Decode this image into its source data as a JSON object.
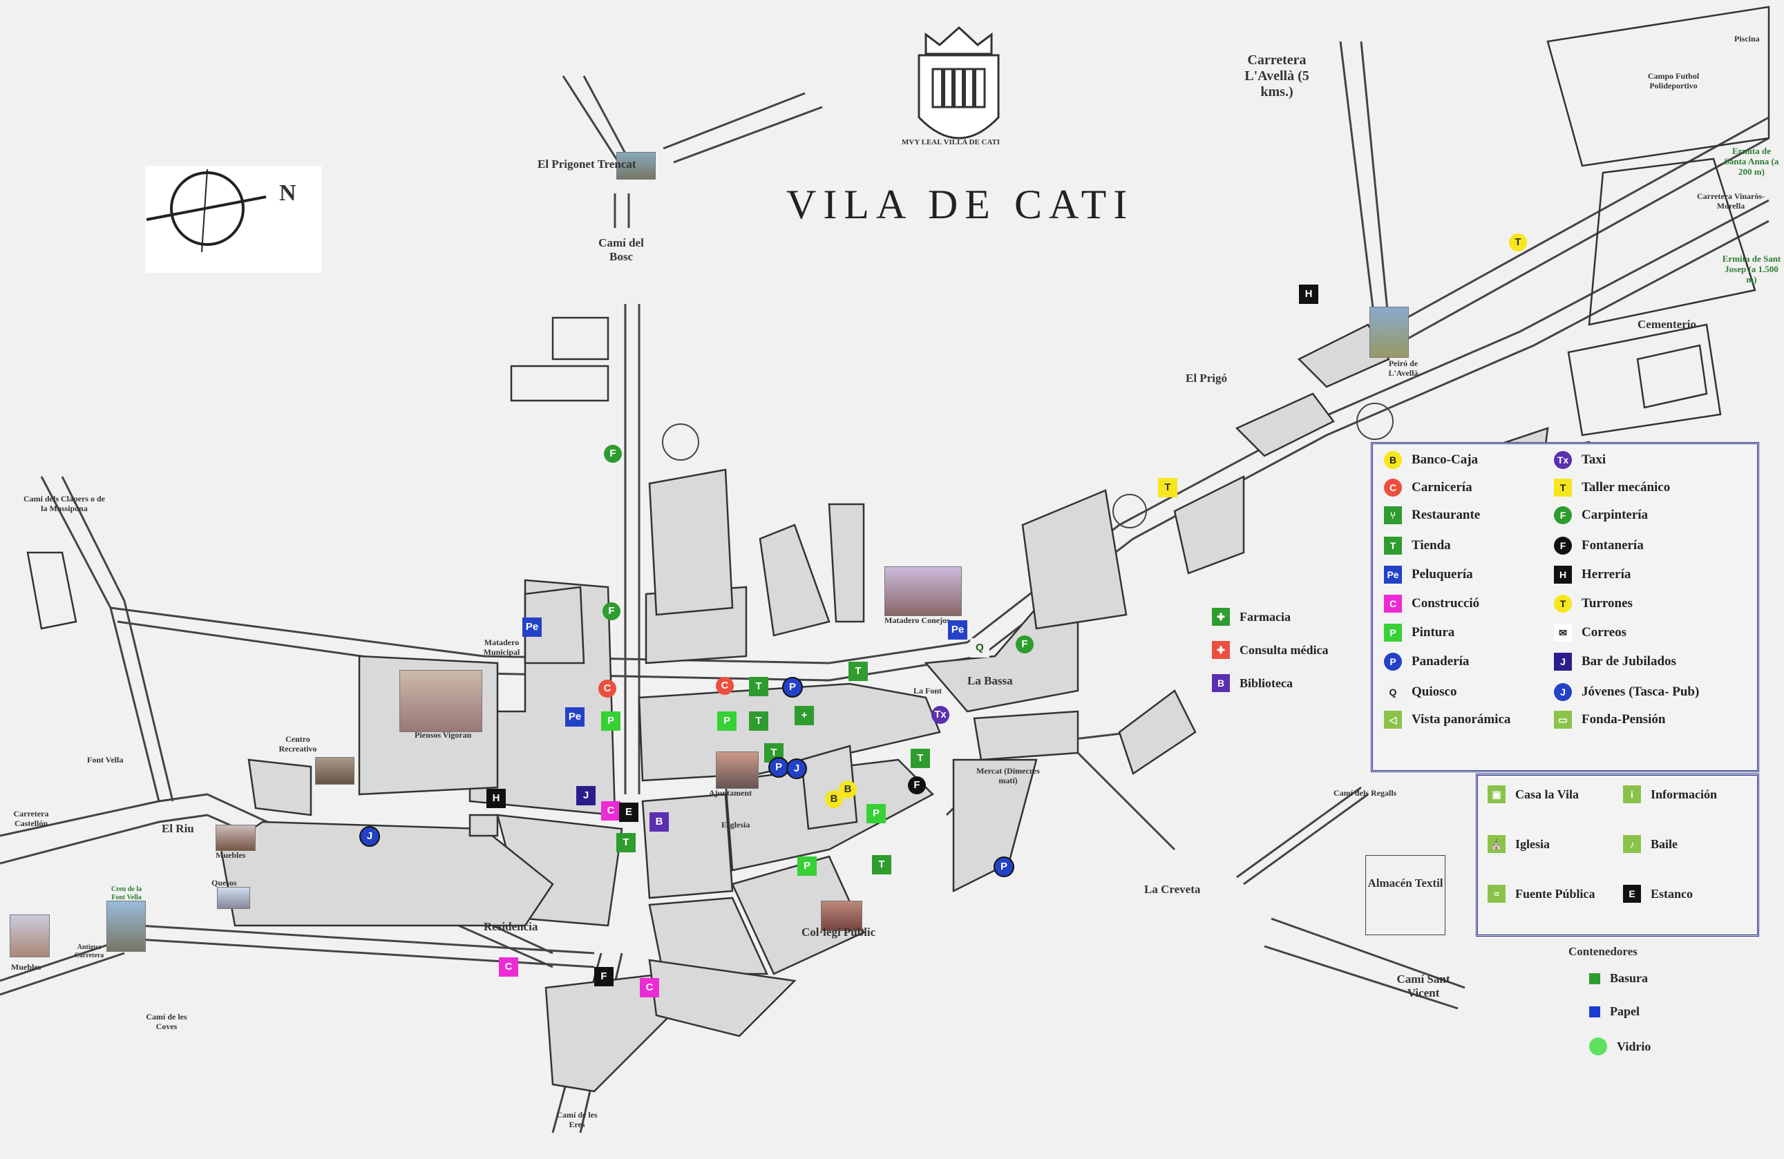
{
  "title": "VILA DE CATI",
  "coat_of_arms": {
    "motto": "MVY LEAL VILLA DE CATI"
  },
  "compass": {
    "label": "N"
  },
  "places": {
    "prigonet": "El Prigonet Trencat",
    "cami_bosc": "Camí del Bosc",
    "carretera_avella": "Carretera L'Avellà (5 kms.)",
    "piscina": "Piscina",
    "campo_futbol": "Campo Futbol Polideportivo",
    "ermita_santa_anna": "Ermita de Santa Anna (a 200 m)",
    "carretera_vinaros": "Carretera Vinaròs- Morella",
    "ermita_sant_josep": "Ermita de Sant Josep (a 1.500 m)",
    "cementerio": "Cementerio",
    "peiro_avella": "Peiró de L'Avellà",
    "el_prigo": "El Prigó",
    "cami_clapers": "Camí dels Clapers o de la Massipona",
    "matadero_municipal": "Matadero Municipal",
    "matadero_conejos": "Matadero Conejos",
    "la_bassa": "La Bassa",
    "la_font": "La Font",
    "piensos": "Piensos Vigoran",
    "centro_recreativo": "Centro Recreativo",
    "font_vella": "Font Vella",
    "carretera_castellon": "Carretera Castellón",
    "el_riu": "El Riu",
    "muebles1": "Muebles",
    "quesos": "Quesos",
    "muebles2": "Muebles",
    "antigua_carretera": "Antigua Carretera",
    "creu_font_vella": "Creu de la Font Vella",
    "cami_coves": "Camí de les Coves",
    "residencia": "Residencia",
    "collegi": "Col·legi Públic",
    "cami_eres": "Camí de les Eres",
    "mercat": "Mercat (Dimecres matí)",
    "cami_regalls": "Camí dels Regalls",
    "la_creveta": "La Creveta",
    "almacen": "Almacén Textil",
    "cami_sant_vicent": "Camí Sant Vicent",
    "ajuntament": "Ajuntament",
    "esglesia": "Esglesia"
  },
  "legend_main": [
    {
      "code": "B",
      "label": "Banco-Caja",
      "shape": "circle",
      "color": "#f5e61e"
    },
    {
      "code": "C",
      "label": "Carnicería",
      "shape": "circle",
      "color": "#ec4f3e"
    },
    {
      "code": "⑂",
      "label": "Restaurante",
      "shape": "square",
      "color": "#2e9c2e"
    },
    {
      "code": "T",
      "label": "Tienda",
      "shape": "square",
      "color": "#2e9c2e"
    },
    {
      "code": "Pe",
      "label": "Peluquería",
      "shape": "square",
      "color": "#2342c8"
    },
    {
      "code": "C",
      "label": "Construcció",
      "shape": "square",
      "color": "#ec2bd5"
    },
    {
      "code": "P",
      "label": "Pintura",
      "shape": "square",
      "color": "#35d135"
    },
    {
      "code": "P",
      "label": "Panadería",
      "shape": "circle",
      "color": "#2342c8"
    },
    {
      "code": "Q",
      "label": "Quiosco",
      "shape": "square",
      "color": "#f1f1f1"
    },
    {
      "code": "◁",
      "label": "Vista panorámica",
      "shape": "square",
      "color": "#8bc34a"
    },
    {
      "code": "Tx",
      "label": "Taxi",
      "shape": "circle",
      "color": "#5a2fb0"
    },
    {
      "code": "T",
      "label": "Taller mecánico",
      "shape": "square",
      "color": "#f5e61e"
    },
    {
      "code": "F",
      "label": "Carpintería",
      "shape": "circle",
      "color": "#2e9c2e"
    },
    {
      "code": "F",
      "label": "Fontanería",
      "shape": "circle",
      "color": "#111111"
    },
    {
      "code": "H",
      "label": "Herrería",
      "shape": "square",
      "color": "#111111"
    },
    {
      "code": "T",
      "label": "Turrones",
      "shape": "circle",
      "color": "#f5e61e"
    },
    {
      "code": "✉",
      "label": "Correos",
      "shape": "square",
      "color": "#ffffff"
    },
    {
      "code": "J",
      "label": "Bar de Jubilados",
      "shape": "square",
      "color": "#2b1e8c"
    },
    {
      "code": "J",
      "label": "Jóvenes (Tasca- Pub)",
      "shape": "circle",
      "color": "#2342c8"
    },
    {
      "code": "▭",
      "label": "Fonda-Pensión",
      "shape": "square",
      "color": "#8bc34a"
    }
  ],
  "legend_health": [
    {
      "label": "Farmacia",
      "color": "#2e9c2e",
      "code": "✚"
    },
    {
      "label": "Consulta médica",
      "color": "#ec4f3e",
      "code": "✚"
    },
    {
      "label": "Biblioteca",
      "color": "#5a2fb0",
      "code": "B"
    }
  ],
  "legend_public": [
    {
      "label": "Casa la Vila",
      "code": "▣"
    },
    {
      "label": "Información",
      "code": "i"
    },
    {
      "label": "Iglesia",
      "code": "⛪"
    },
    {
      "label": "Baile",
      "code": "♪"
    },
    {
      "label": "Fuente Pública",
      "code": "≈"
    },
    {
      "label": "Estanco",
      "code": "E"
    }
  ],
  "containers": {
    "title": "Contenedores",
    "items": [
      {
        "label": "Basura",
        "color": "#2e9c2e",
        "shape": "square"
      },
      {
        "label": "Papel",
        "color": "#1a3ccf",
        "shape": "square"
      },
      {
        "label": "Vidrio",
        "color": "#5fe05f",
        "shape": "circle"
      }
    ]
  },
  "markers": [
    {
      "code": "T",
      "color": "#f5e61e",
      "shape": "circle",
      "text": "#333"
    },
    {
      "code": "H",
      "color": "#111",
      "shape": "square"
    },
    {
      "code": "T",
      "color": "#f5e61e",
      "shape": "square",
      "text": "#333"
    },
    {
      "code": "Pe",
      "color": "#2342c8",
      "shape": "square"
    },
    {
      "code": "Pe",
      "color": "#2342c8",
      "shape": "square"
    },
    {
      "code": "Pe",
      "color": "#2342c8",
      "shape": "square"
    },
    {
      "code": "F",
      "color": "#2e9c2e",
      "shape": "circle"
    },
    {
      "code": "F",
      "color": "#2e9c2e",
      "shape": "circle"
    },
    {
      "code": "F",
      "color": "#2e9c2e",
      "shape": "circle"
    },
    {
      "code": "C",
      "color": "#ec4f3e",
      "shape": "circle"
    },
    {
      "code": "C",
      "color": "#ec4f3e",
      "shape": "circle"
    },
    {
      "code": "T",
      "color": "#2e9c2e",
      "shape": "square"
    },
    {
      "code": "P",
      "color": "#2342c8",
      "shape": "circle"
    },
    {
      "code": "T",
      "color": "#2e9c2e",
      "shape": "square"
    },
    {
      "code": "Q",
      "color": "#f1f1f1",
      "shape": "square",
      "text": "#1b5e20"
    },
    {
      "code": "Tx",
      "color": "#5a2fb0",
      "shape": "circle"
    },
    {
      "code": "P",
      "color": "#35d135",
      "shape": "square"
    },
    {
      "code": "H",
      "color": "#111",
      "shape": "square"
    },
    {
      "code": "J",
      "color": "#2b1e8c",
      "shape": "square"
    },
    {
      "code": "C",
      "color": "#ec2bd5",
      "shape": "square"
    },
    {
      "code": "E",
      "color": "#111",
      "shape": "square"
    },
    {
      "code": "B",
      "color": "#5a2fb0",
      "shape": "square"
    },
    {
      "code": "T",
      "color": "#2e9c2e",
      "shape": "square"
    },
    {
      "code": "+",
      "color": "#2e9c2e",
      "shape": "square"
    },
    {
      "code": "P",
      "color": "#35d135",
      "shape": "square"
    },
    {
      "code": "T",
      "color": "#2e9c2e",
      "shape": "square"
    },
    {
      "code": "T",
      "color": "#2e9c2e",
      "shape": "square"
    },
    {
      "code": "P",
      "color": "#2342c8",
      "shape": "circle"
    },
    {
      "code": "J",
      "color": "#2342c8",
      "shape": "circle"
    },
    {
      "code": "B",
      "color": "#f5e61e",
      "shape": "circle",
      "text": "#333"
    },
    {
      "code": "B",
      "color": "#f5e61e",
      "shape": "circle",
      "text": "#333"
    },
    {
      "code": "T",
      "color": "#2e9c2e",
      "shape": "square"
    },
    {
      "code": "F",
      "color": "#111",
      "shape": "circle"
    },
    {
      "code": "P",
      "color": "#35d135",
      "shape": "square"
    },
    {
      "code": "P",
      "color": "#35d135",
      "shape": "square"
    },
    {
      "code": "T",
      "color": "#2e9c2e",
      "shape": "square"
    },
    {
      "code": "P",
      "color": "#2342c8",
      "shape": "circle"
    },
    {
      "code": "J",
      "color": "#2342c8",
      "shape": "circle"
    },
    {
      "code": "C",
      "color": "#ec2bd5",
      "shape": "square"
    },
    {
      "code": "C",
      "color": "#ec2bd5",
      "shape": "square"
    },
    {
      "code": "F",
      "color": "#111",
      "shape": "square"
    }
  ]
}
